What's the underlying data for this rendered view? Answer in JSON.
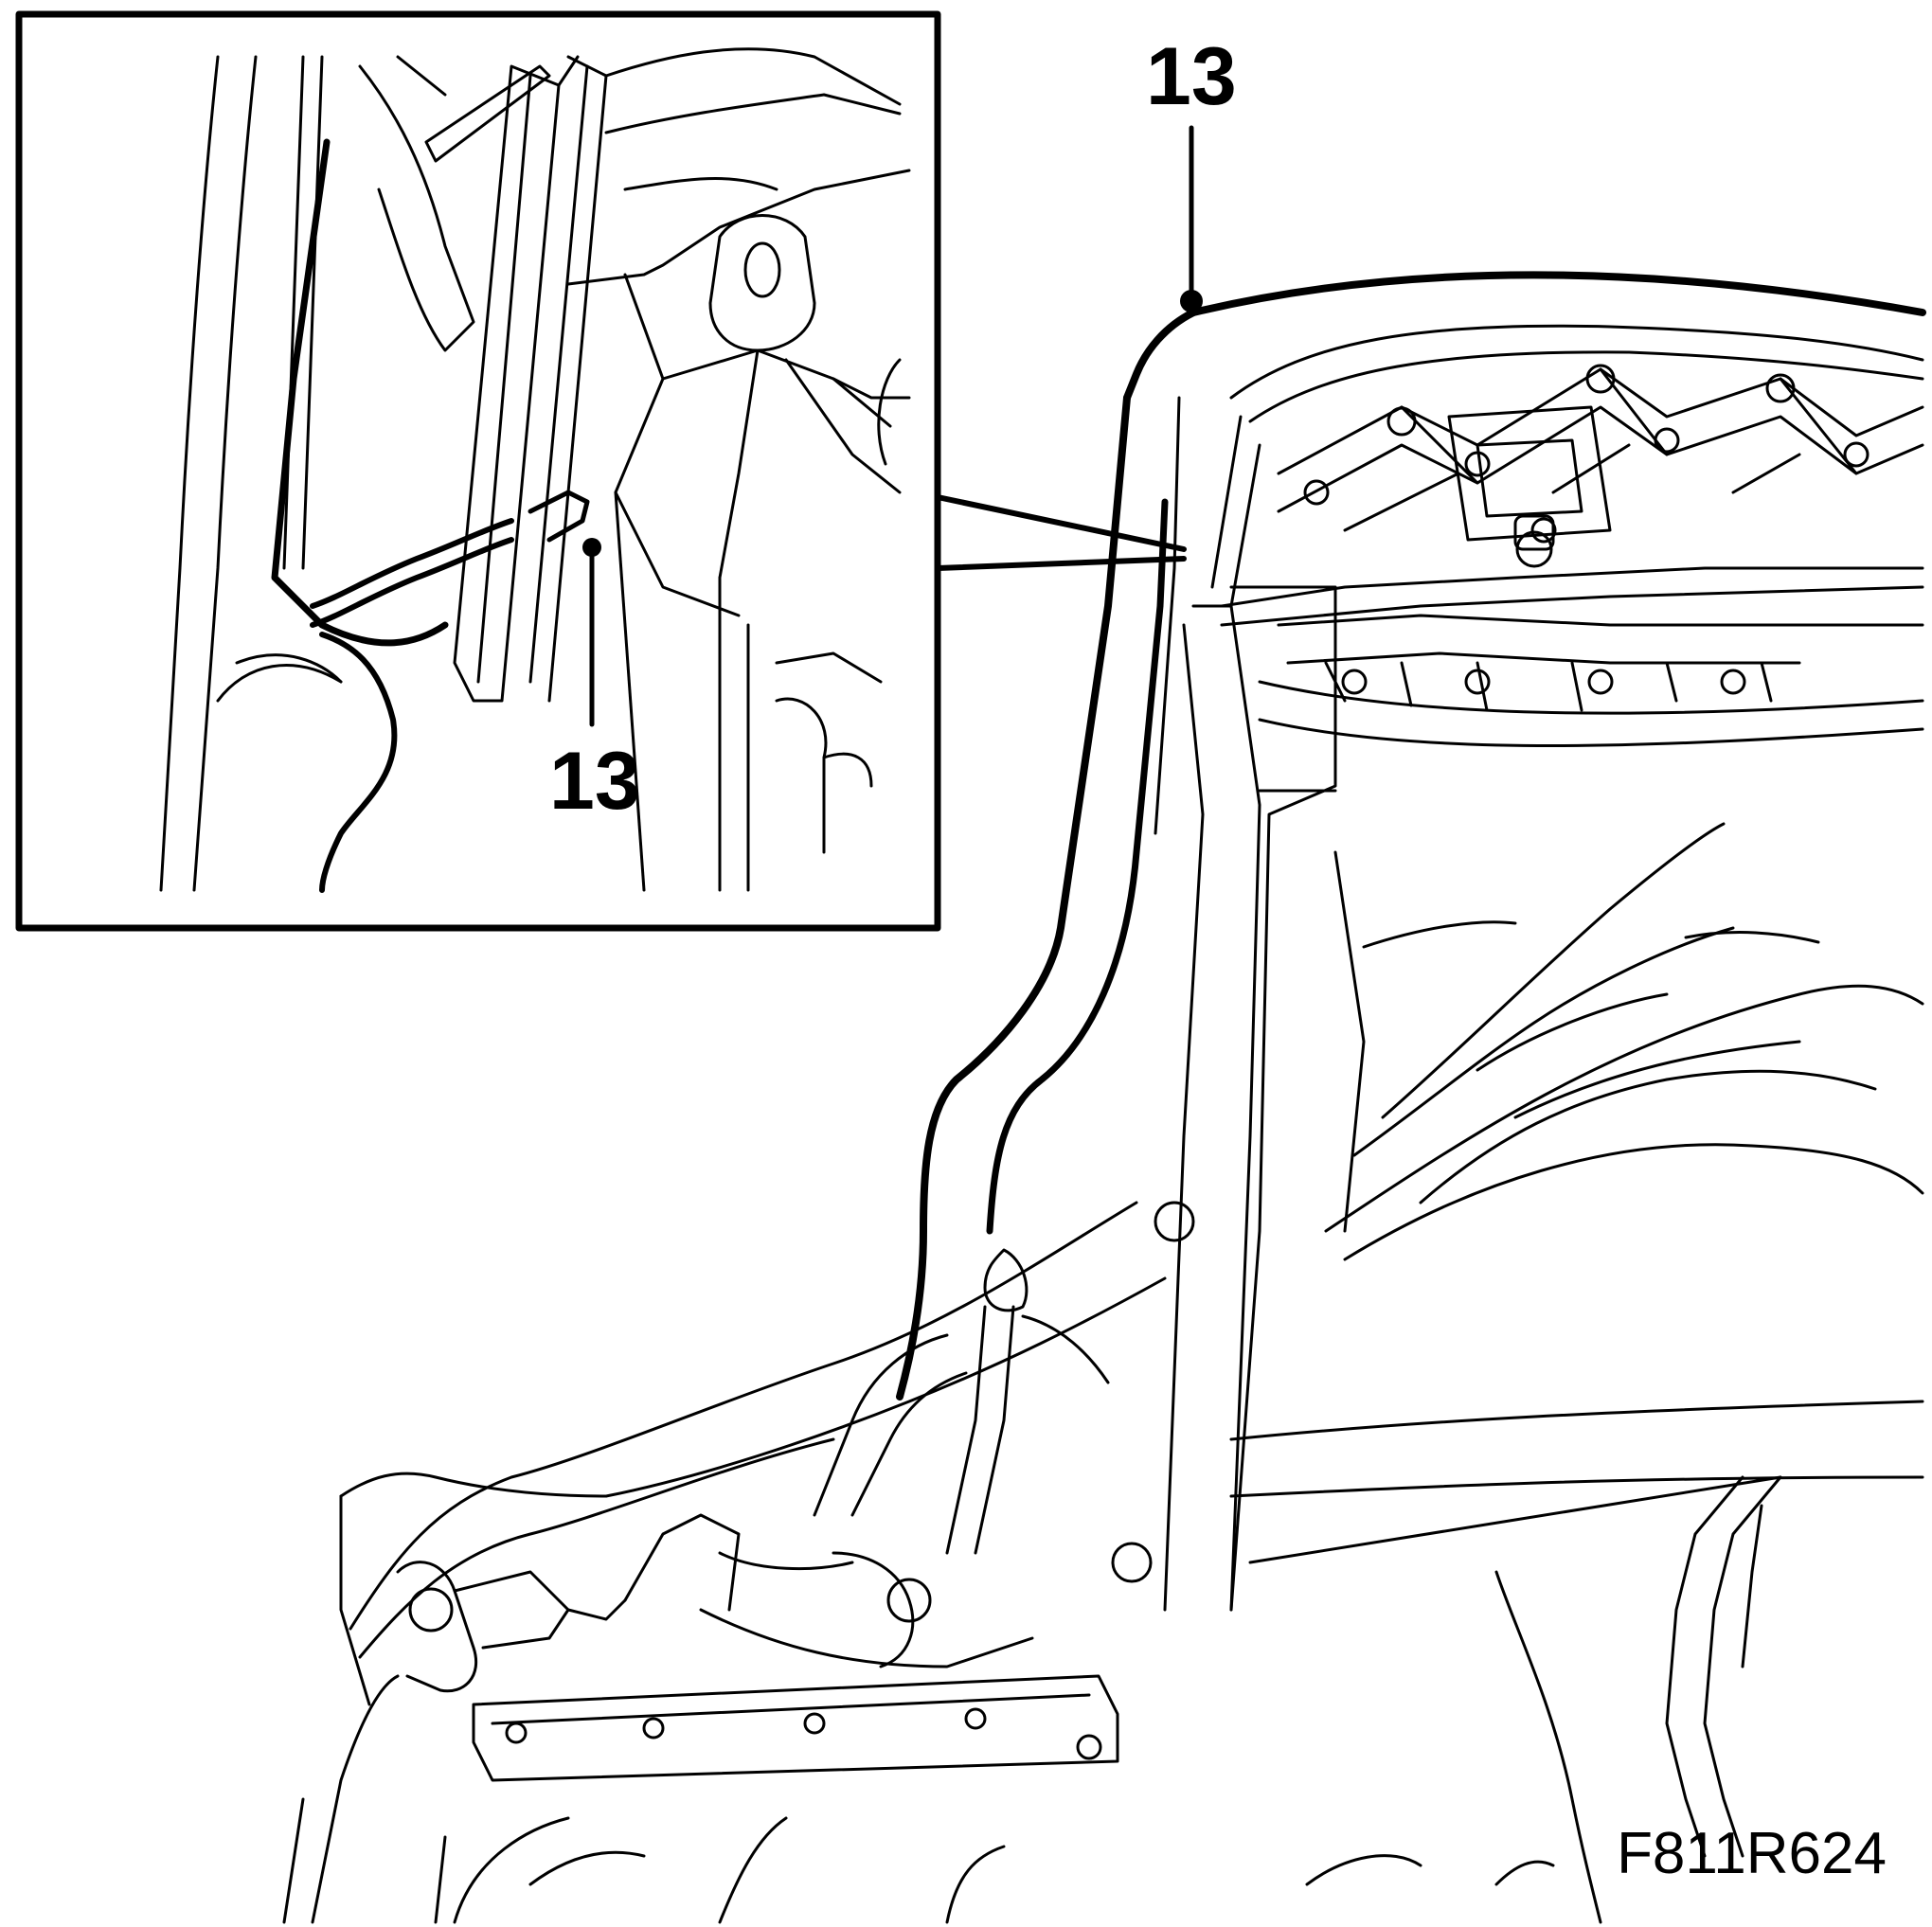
{
  "diagram": {
    "callouts": {
      "main": "13",
      "inset": "13"
    },
    "figure_id": "F811R624"
  },
  "colors": {
    "line": "#000000",
    "background": "#ffffff"
  }
}
